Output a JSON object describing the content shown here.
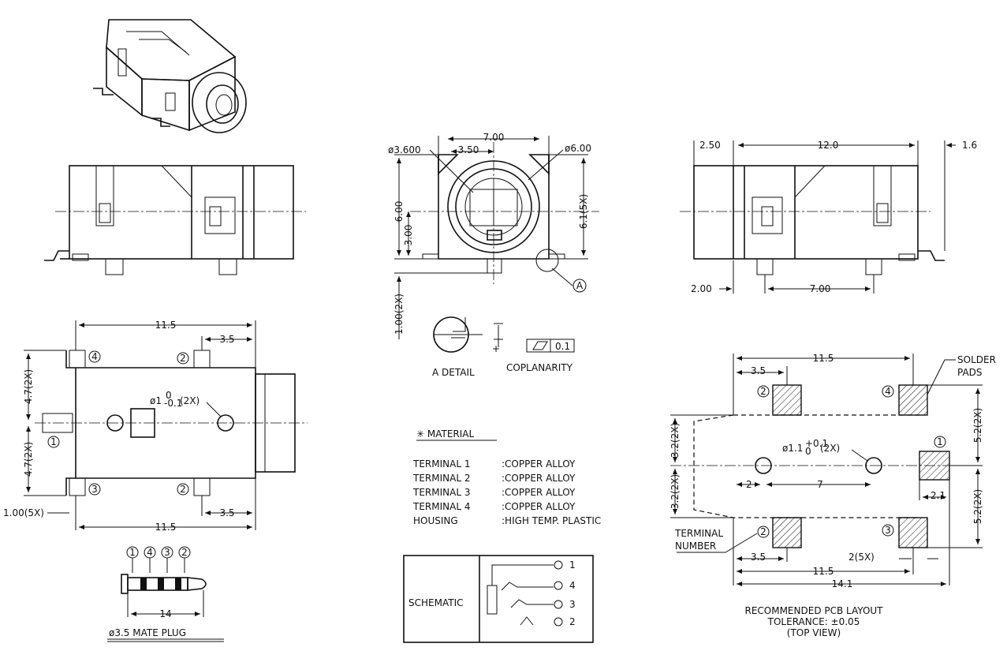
{
  "iso_view": {},
  "front_view": {
    "dims": {
      "width": "7.00",
      "offset": "3.50",
      "hole_dia": "ø3.600",
      "body_dia": "ø6.00",
      "height": "6.00",
      "half_height": "3.00",
      "pins": "6.1(5X)",
      "pin_len": "1.00(2X)",
      "detail_ref": "A"
    }
  },
  "side_view": {
    "dims": {
      "front": "2.50",
      "length": "12.0",
      "tip": "1.6",
      "pin_offset": "2.00",
      "pin_pitch": "7.00"
    }
  },
  "top_view": {
    "dims": {
      "top_len": "11.5",
      "top_pitch": "3.5",
      "upper_w": "4.7(2X)",
      "lower_w": "4.7(2X)",
      "slot_w": "1.00(5X)",
      "bottom_len": "11.5",
      "bottom_pitch": "3.5",
      "hole_note": "ø1",
      "hole_tol_plus": "0",
      "hole_tol_minus": "-0.1",
      "hole_qty": "(2X)"
    },
    "terminal_labels": [
      "4",
      "2",
      "1",
      "3",
      "2"
    ]
  },
  "detail": {
    "caption": "A DETAIL",
    "flatness_value": "0.1",
    "coplanarity_caption": "COPLANARITY"
  },
  "material": {
    "title": "✳ MATERIAL",
    "rows": [
      {
        "item": "TERMINAL 1",
        "spec": ":COPPER ALLOY"
      },
      {
        "item": "TERMINAL 2",
        "spec": ":COPPER ALLOY"
      },
      {
        "item": "TERMINAL 3",
        "spec": ":COPPER ALLOY"
      },
      {
        "item": "TERMINAL 4",
        "spec": ":COPPER ALLOY"
      },
      {
        "item": "HOUSING",
        "spec": ":HIGH TEMP. PLASTIC"
      }
    ]
  },
  "schematic": {
    "label": "SCHEMATIC",
    "pins": [
      "1",
      "4",
      "3",
      "2"
    ]
  },
  "plug": {
    "labels": [
      "1",
      "4",
      "3",
      "2"
    ],
    "length": "14",
    "caption": "ø3.5 MATE PLUG"
  },
  "pcb": {
    "dims": {
      "overall_len": "11.5",
      "pad_pitch": "3.5",
      "solder_pads": [
        "SOLDER",
        "PADS"
      ],
      "right_upper": "5.2(2X)",
      "left_upper": "3.2(2X)",
      "left_lower": "3.2(2X)",
      "right_lower": "5.2(2X)",
      "hole_note": "ø1.1",
      "hole_tol_plus": "+0.1",
      "hole_tol_minus": "0",
      "hole_qty": "(2X)",
      "hole_left": "2",
      "hole_pitch": "7",
      "pad_width": "2.1",
      "terminal_number": [
        "TERMINAL",
        "NUMBER"
      ],
      "bottom_pitch": "3.5",
      "pad_qty": "2(5X)",
      "bottom_len": "11.5",
      "total_len": "14.1"
    },
    "pad_labels": [
      "2",
      "4",
      "1",
      "2",
      "3"
    ],
    "caption": [
      "RECOMMENDED PCB LAYOUT",
      "TOLERANCE: ±0.05",
      "(TOP VIEW)"
    ]
  }
}
